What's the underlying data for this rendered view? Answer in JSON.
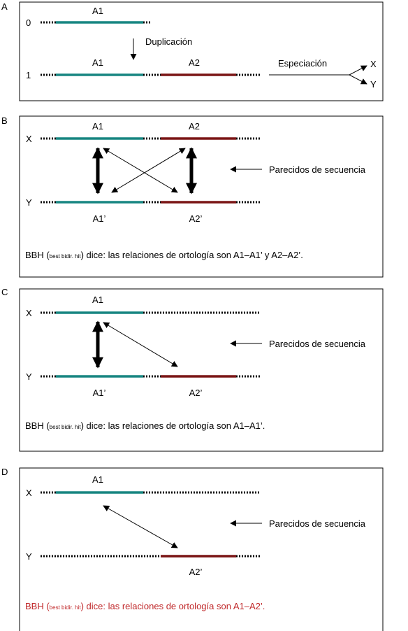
{
  "colors": {
    "gene_a1": "#178581",
    "gene_a2": "#7a1515",
    "text": "#000000",
    "highlight": "#c0282a"
  },
  "panels": [
    {
      "letter": "A",
      "row_labels": [
        "0",
        "1"
      ],
      "gene_labels": [
        "A1",
        "A1",
        "A2"
      ],
      "duplication": "Duplicación",
      "speciation": "Especiación",
      "branch_x": "X",
      "branch_y": "Y"
    },
    {
      "letter": "B",
      "row_labels": [
        "X",
        "Y"
      ],
      "gene_labels_top": [
        "A1",
        "A2"
      ],
      "gene_labels_bottom": [
        "A1’",
        "A2’"
      ],
      "similarity": "Parecidos de secuencia",
      "conclusion_pre": "BBH (",
      "conclusion_small": "best bidir. hit",
      "conclusion_post": ") dice: las relaciones de ortología son A1–A1’ y A2–A2’."
    },
    {
      "letter": "C",
      "row_labels": [
        "X",
        "Y"
      ],
      "gene_labels_top": [
        "A1"
      ],
      "gene_labels_bottom": [
        "A1’",
        "A2’"
      ],
      "similarity": "Parecidos de secuencia",
      "conclusion_pre": "BBH (",
      "conclusion_small": "best bidir. hit",
      "conclusion_post": ") dice: las relaciones de ortología son A1–A1’."
    },
    {
      "letter": "D",
      "row_labels": [
        "X",
        "Y"
      ],
      "gene_labels_top": [
        "A1"
      ],
      "gene_labels_bottom": [
        "A2’"
      ],
      "similarity": "Parecidos de secuencia",
      "conclusion_pre": "BBH (",
      "conclusion_small": "best bidir. hit",
      "conclusion_post": ") dice: las relaciones de ortología son A1–A2’."
    }
  ]
}
